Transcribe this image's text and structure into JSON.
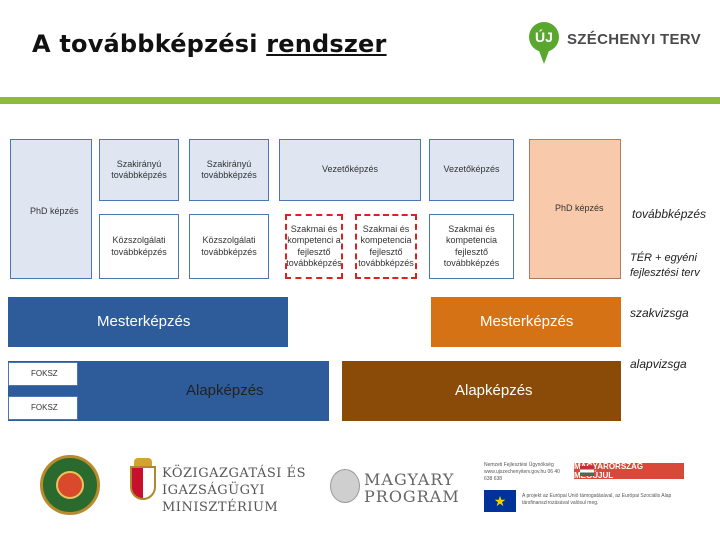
{
  "header": {
    "title_part1": "A továbbképzési",
    "title_part2": "rendszer",
    "logo_mark": "ÚJ",
    "logo_text": "SZÉCHENYI TERV"
  },
  "diagram": {
    "top_boxes": [
      "Szakirányú továbbképzés",
      "Szakirányú továbbképzés",
      "Vezetőképzés",
      "Vezetőképzés"
    ],
    "phd_left": "PhD képzés",
    "phd_right": "PhD képzés",
    "middle_boxes": [
      "Közszolgálati továbbképzés",
      "Közszolgálati továbbképzés",
      "Szakmai és kompetenci a fejlesztő továbbképzés",
      "Szakmai és kompetencia fejlesztő továbbképzés",
      "Szakmai és kompetencia fejlesztő továbbképzés"
    ],
    "master_left": "Mesterképzés",
    "master_right": "Mesterképzés",
    "foksz_1": "FOKSZ",
    "foksz_2": "FOKSZ",
    "basic_left": "Alapképzés",
    "basic_right": "Alapképzés"
  },
  "right_labels": {
    "continuing": "továbbképzés",
    "space_plan": "TÉR + egyéni fejlesztési terv",
    "specialist_exam": "szakvizsga",
    "basic_exam": "alapvizsga"
  },
  "footer": {
    "ministry": "KÖZIGAZGATÁSI ÉS IGAZSÁGÜGYI MINISZTÉRIUM",
    "magyary_1": "MAGYARY",
    "magyary_2": "PROGRAM",
    "nfu_text": "Nemzeti Fejlesztési Ügynökség www.ujszechenyiterv.gov.hu 06 40 638 638",
    "hu_badge": "MAGYARORSZÁG MEGÚJUL",
    "eu_text": "A projekt az Európai Unió támogatásával, az Európai Szociális Alap társfinanszírozásával valósul meg.",
    "colors": {
      "green_rule": "#8dbb3f",
      "navy": "#2e5b99",
      "brown": "#8a4a08",
      "orange": "#d67216",
      "peach": "#f9c9ab"
    }
  }
}
